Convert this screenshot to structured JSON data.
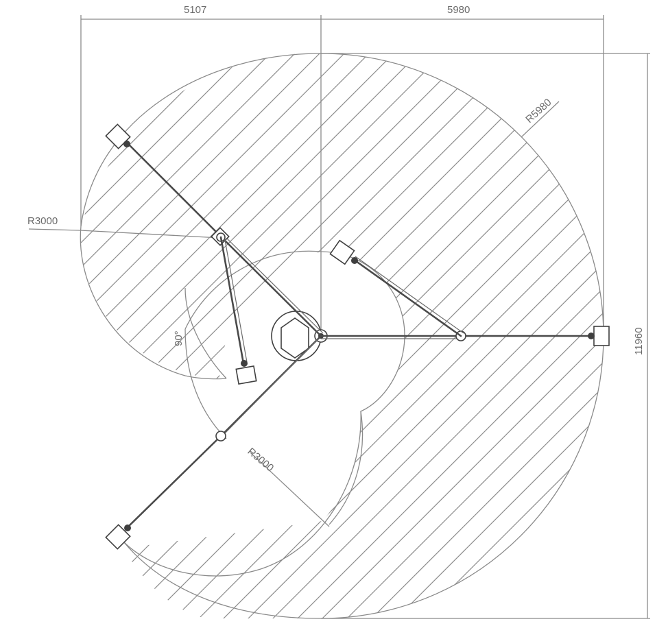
{
  "dimensions": {
    "top_left": "5107",
    "top_right": "5980",
    "right_height": "11960",
    "radius_outer": "R5980",
    "radius_left": "R3000",
    "radius_inner": "R3000",
    "angle": "90°"
  },
  "colors": {
    "line": "#8a8a8a",
    "hatch": "#8c8c8c",
    "arm": "#4a4a4a",
    "text": "#6b6b6b"
  }
}
